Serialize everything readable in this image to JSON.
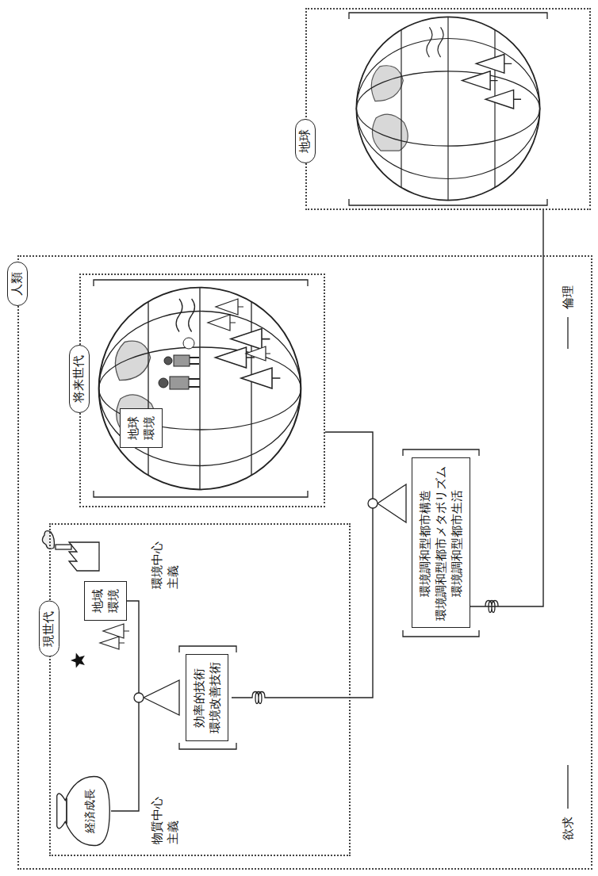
{
  "diagram": {
    "nodes": [
      {
        "text": [
          "人類"
        ]
      },
      {
        "text": [
          "現世代"
        ],
        "in": 0
      },
      {
        "text": [
          "地域環境"
        ],
        "in": 1
      },
      {
        "text": [
          "経済成長"
        ],
        "in": 1
      },
      {
        "text": [
          "効率的技術",
          "環境改善技術"
        ],
        "in": 1
      },
      {
        "text": [
          "将来世代"
        ],
        "in": 0
      },
      {
        "text": [
          "地球環境"
        ],
        "in": 5
      },
      {
        "text": [
          "環境調和型都市構造",
          "環境調和型都市メタボリズム",
          "環境調和型都市生活"
        ],
        "in": 0
      },
      {
        "text": [
          "地球"
        ]
      }
    ],
    "edges": [
      {
        "from": 3,
        "to": 2,
        "arrow": "none"
      },
      {
        "from": 1,
        "to": 5,
        "arrow": "none"
      },
      {
        "from": 7,
        "to": 8,
        "arrow": "none"
      }
    ],
    "labels": [
      "物質中心主義",
      "環境中心主義",
      "欲求",
      "倫理"
    ]
  }
}
